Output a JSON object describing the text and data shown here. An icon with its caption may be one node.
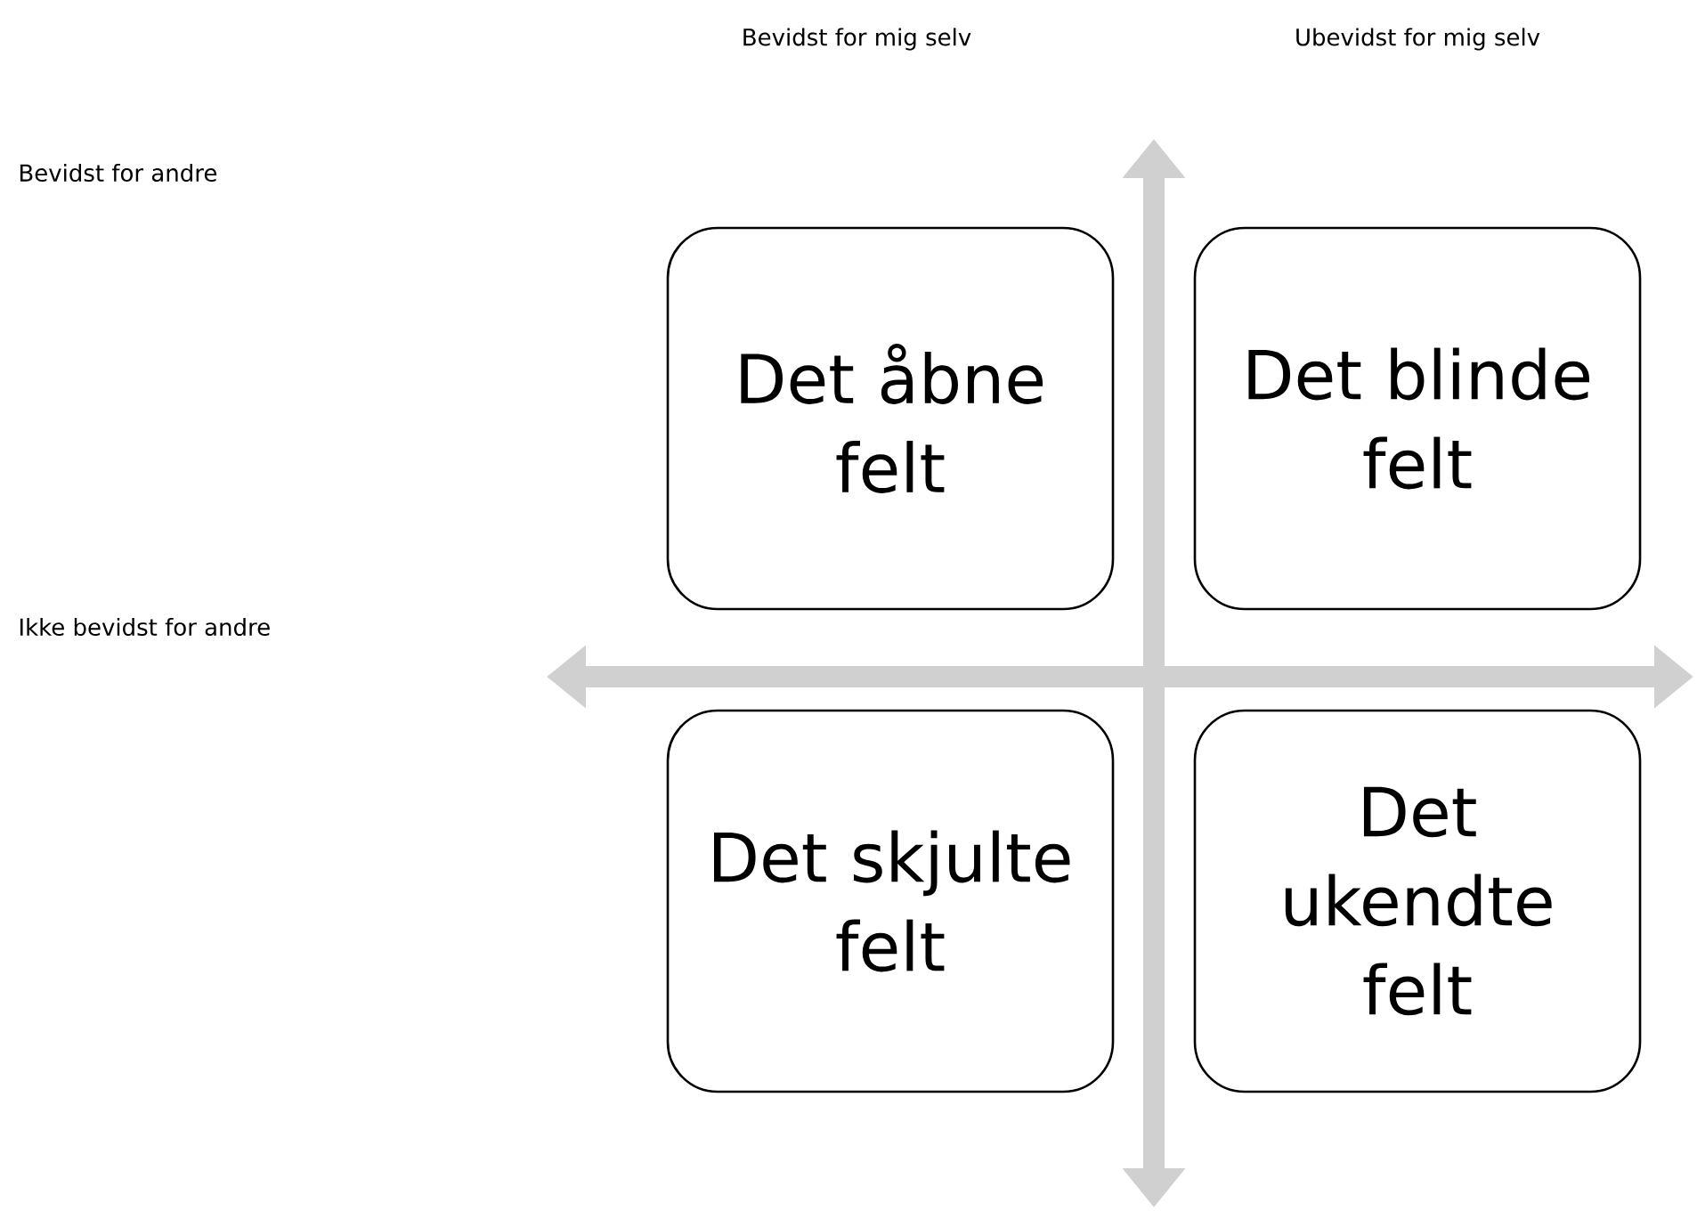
{
  "diagram": {
    "nodes": [
      {
        "text": [
          "Det åbne felt"
        ]
      },
      {
        "text": [
          "Det blinde felt"
        ]
      },
      {
        "text": [
          "Det skjulte felt"
        ]
      },
      {
        "text": [
          "Det ukendte felt"
        ]
      }
    ],
    "labels": [
      "Bevidst for mig selv",
      "Ubevidst for mig selv",
      "Bevidst for andre",
      "Ikke bevidst for andre"
    ]
  }
}
